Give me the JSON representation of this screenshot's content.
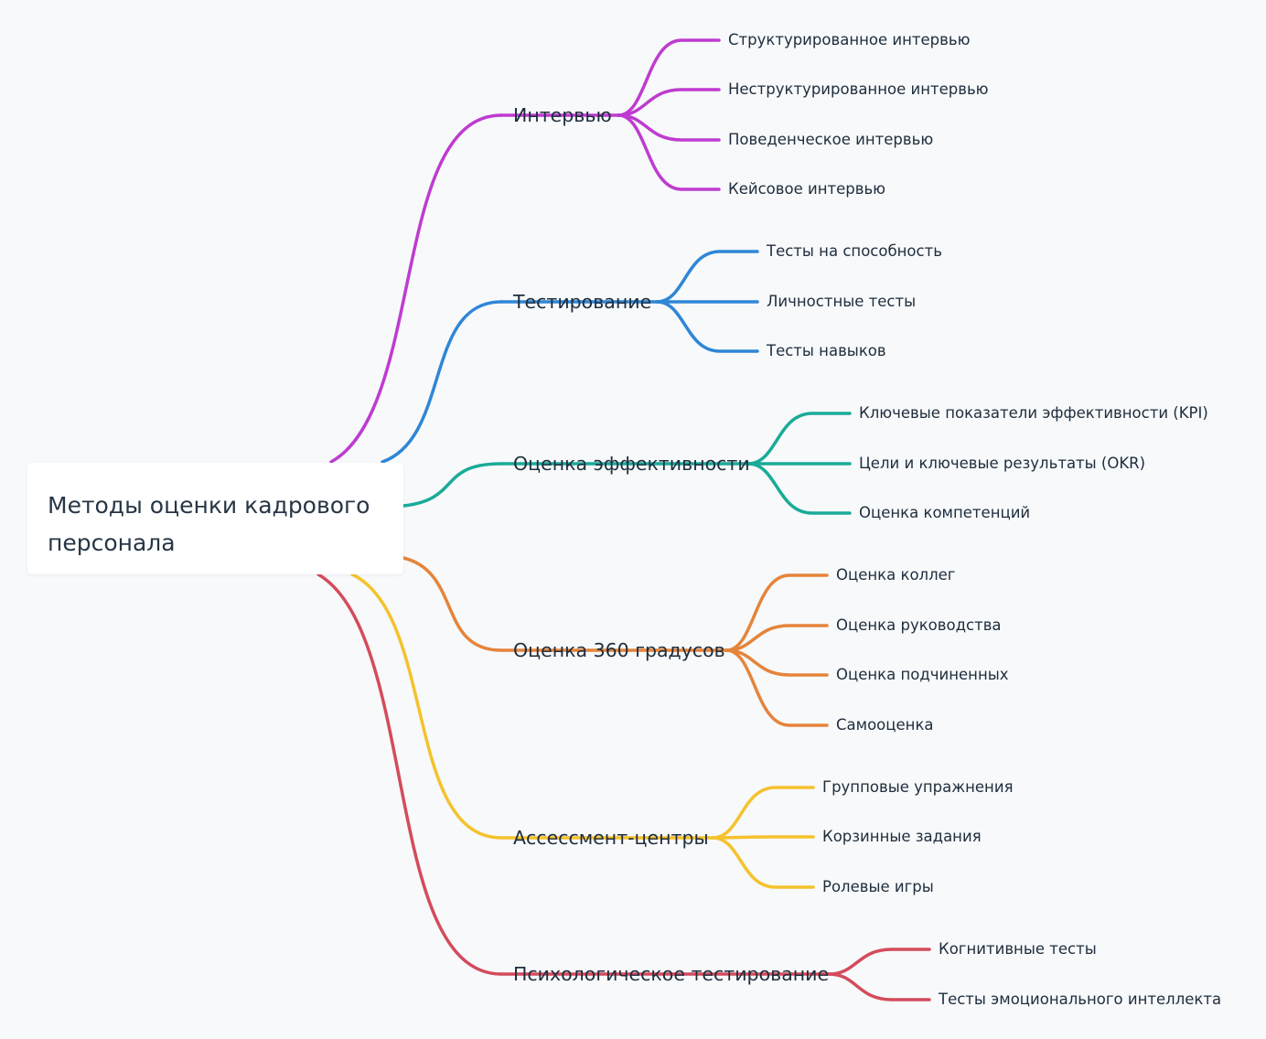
{
  "root": {
    "title": "Методы оценки кадрового персонала"
  },
  "branches": [
    {
      "label": "Интервью",
      "color": "#bf3bd0",
      "children": [
        "Структурированное интервью",
        "Неструктурированное интервью",
        "Поведенческое интервью",
        "Кейсовое интервью"
      ]
    },
    {
      "label": "Тестирование",
      "color": "#2f86d6",
      "children": [
        "Тесты на способность",
        "Личностные тесты",
        "Тесты навыков"
      ]
    },
    {
      "label": "Оценка эффективности",
      "color": "#1aab98",
      "children": [
        "Ключевые показатели эффективности (KPI)",
        "Цели и ключевые результаты (OKR)",
        "Оценка компетенций"
      ]
    },
    {
      "label": "Оценка 360 градусов",
      "color": "#e5843b",
      "children": [
        "Оценка коллег",
        "Оценка руководства",
        "Оценка подчиненных",
        "Самооценка"
      ]
    },
    {
      "label": "Ассессмент-центры",
      "color": "#f5c22d",
      "children": [
        "Групповые упражнения",
        "Корзинные задания",
        "Ролевые игры"
      ]
    },
    {
      "label": "Психологическое тестирование",
      "color": "#d44b5c",
      "children": [
        "Когнитивные тесты",
        "Тесты эмоционального интеллекта"
      ]
    }
  ]
}
